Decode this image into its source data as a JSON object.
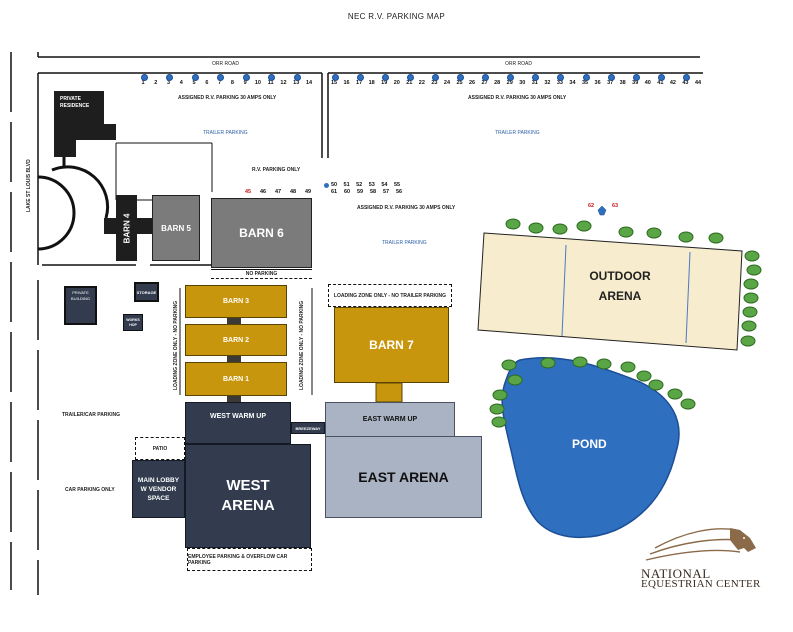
{
  "title": "NEC R.V. PARKING MAP",
  "roads": {
    "orr_road_left": "ORR ROAD",
    "orr_road_right": "ORR ROAD",
    "lake_st_louis": "LAKE ST LOUIS BLVD"
  },
  "labels": {
    "private_residence": "PRIVATE RESIDENCE",
    "assigned_top_left": "ASSIGNED R.V. PARKING 30 AMPS ONLY",
    "assigned_top_right": "ASSIGNED R.V. PARKING 30 AMPS ONLY",
    "assigned_middle": "ASSIGNED R.V. PARKING 30 AMPS ONLY",
    "trailer_parking_left": "TRAILER PARKING",
    "trailer_parking_right": "TRAILER PARKING",
    "trailer_parking_middle": "TRAILER PARKING",
    "rv_parking_only": "R.V. PARKING ONLY",
    "no_parking": "NO PARKING",
    "loading_zone_top": "LOADING ZONE ONLY - NO TRAILER PARKING",
    "loading_zone_left": "LOADING ZONE ONLY - NO PARKING",
    "loading_zone_right": "LOADING ZONE ONLY - NO PARKING",
    "trailer_car_parking": "TRAILER/CAR PARKING",
    "car_parking_only": "CAR PARKING ONLY",
    "employee_parking": "EMPLOYEE PARKING & OVERFLOW CAR PARKING",
    "patio": "PATIO",
    "private_building": "PRIVATE BUILDING",
    "storage": "STORAGE",
    "workshop": "WORKS HOP",
    "breezeway": "BREEZEWAY"
  },
  "buildings": {
    "barn4": "BARN 4",
    "barn5": "BARN 5",
    "barn6": "BARN 6",
    "barn3": "BARN 3",
    "barn2": "BARN 2",
    "barn1": "BARN 1",
    "barn7": "BARN 7",
    "west_warm_up": "WEST WARM UP",
    "east_warm_up": "EAST WARM UP",
    "west_arena": "WEST ARENA",
    "east_arena": "EAST ARENA",
    "main_lobby": "MAIN LOBBY W VENDOR SPACE",
    "outdoor_arena": "OUTDOOR ARENA",
    "pond": "POND"
  },
  "spots": {
    "row_top_left": [
      "1",
      "2",
      "3",
      "4",
      "5",
      "6",
      "7",
      "8",
      "9",
      "10",
      "11",
      "12",
      "13",
      "14"
    ],
    "row_top_right": [
      "15",
      "16",
      "17",
      "18",
      "19",
      "20",
      "21",
      "22",
      "23",
      "24",
      "25",
      "26",
      "27",
      "28",
      "29",
      "30",
      "31",
      "32",
      "33",
      "34",
      "35",
      "36",
      "37",
      "38",
      "39",
      "40",
      "41",
      "42",
      "43",
      "44"
    ],
    "row_mid": [
      "45",
      "46",
      "47",
      "48",
      "49"
    ],
    "group_a_top": [
      "50",
      "51",
      "52",
      "53",
      "54",
      "55"
    ],
    "group_a_bottom": [
      "61",
      "60",
      "59",
      "58",
      "57",
      "56"
    ],
    "outdoor": [
      "62",
      "63"
    ]
  },
  "red_spots": [
    "45",
    "62",
    "63"
  ],
  "logo": {
    "line1": "NATIONAL",
    "line2": "EQUESTRIAN CENTER"
  },
  "colors": {
    "barn_gold": "#c8960c",
    "arena_navy": "#323c4e",
    "arena_steel": "#aab3c4",
    "barn_grey": "#7b7b7b",
    "outdoor_sand": "#f7eccd",
    "pond_blue": "#2f6fc0",
    "tree_green": "#5aa646",
    "label_blue": "#2f5fa8",
    "spot_red": "#cc1a1a"
  }
}
